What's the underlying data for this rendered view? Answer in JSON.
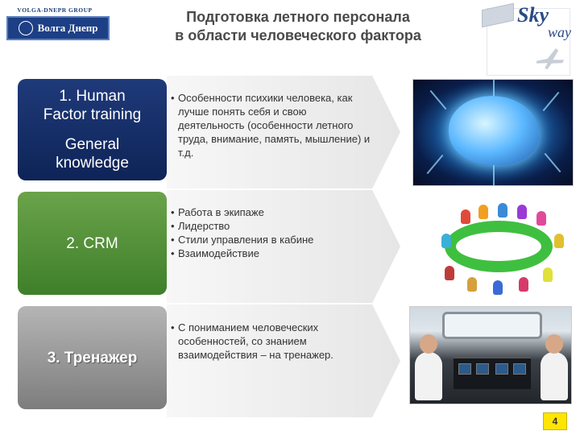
{
  "header": {
    "logo_left": {
      "group": "VOLGA-DNEPR GROUP",
      "name": "Волга Днепр"
    },
    "logo_right": {
      "text1": "Sky",
      "text2": "way"
    },
    "title_line1": "Подготовка летного персонала",
    "title_line2": "в области человеческого фактора"
  },
  "sections": [
    {
      "label_lines": [
        "1. Human",
        "Factor training"
      ],
      "sub_lines": [
        "General",
        "knowledge"
      ],
      "bullets": [
        "Особенности психики человека, как лучше понять себя и свою деятельность (особенности летного труда, внимание, память, мышление) и т.д."
      ]
    },
    {
      "label_lines": [
        "2. CRM"
      ],
      "bullets": [
        "Работа в экипаже",
        "Лидерство",
        "Стили управления в кабине",
        "Взаимодействие"
      ]
    },
    {
      "label_lines": [
        "3. Тренажер"
      ],
      "bullets": [
        "С пониманием человеческих особенностей, со знанием взаимодействия – на тренажер."
      ]
    }
  ],
  "colors": {
    "section1": "#0e2457",
    "section2": "#4a8a32",
    "section3": "#8c8c8c",
    "page_badge": "#ffe500"
  },
  "footer": {
    "page_number": "4"
  }
}
